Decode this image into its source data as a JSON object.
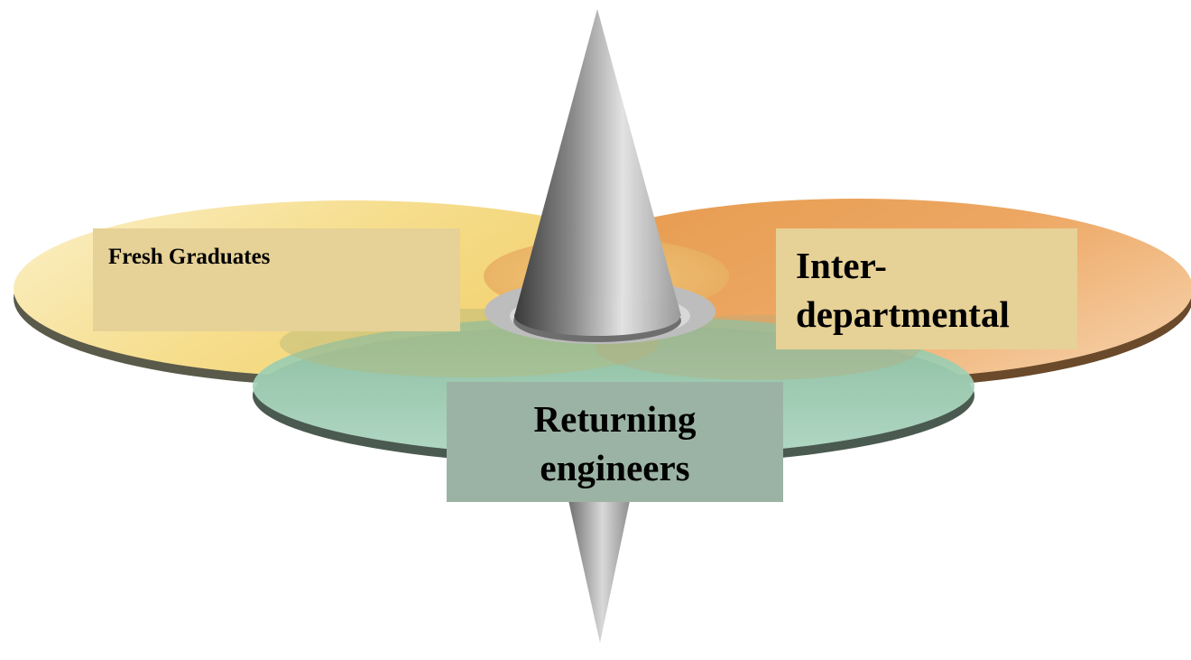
{
  "diagram": {
    "labels": {
      "fresh_graduates": "Fresh Graduates",
      "inter_departmental": "Inter-\ndepartmental",
      "returning_engineers": "Returning\nengineers"
    },
    "colors": {
      "fresh_disc": "#f5d97a",
      "inter_disc": "#e8a356",
      "returning_disc": "#9fd0b5",
      "label_box_warm": "#e6d196",
      "label_box_green": "#9bb3a5",
      "cone": "#8c8c8c"
    }
  }
}
